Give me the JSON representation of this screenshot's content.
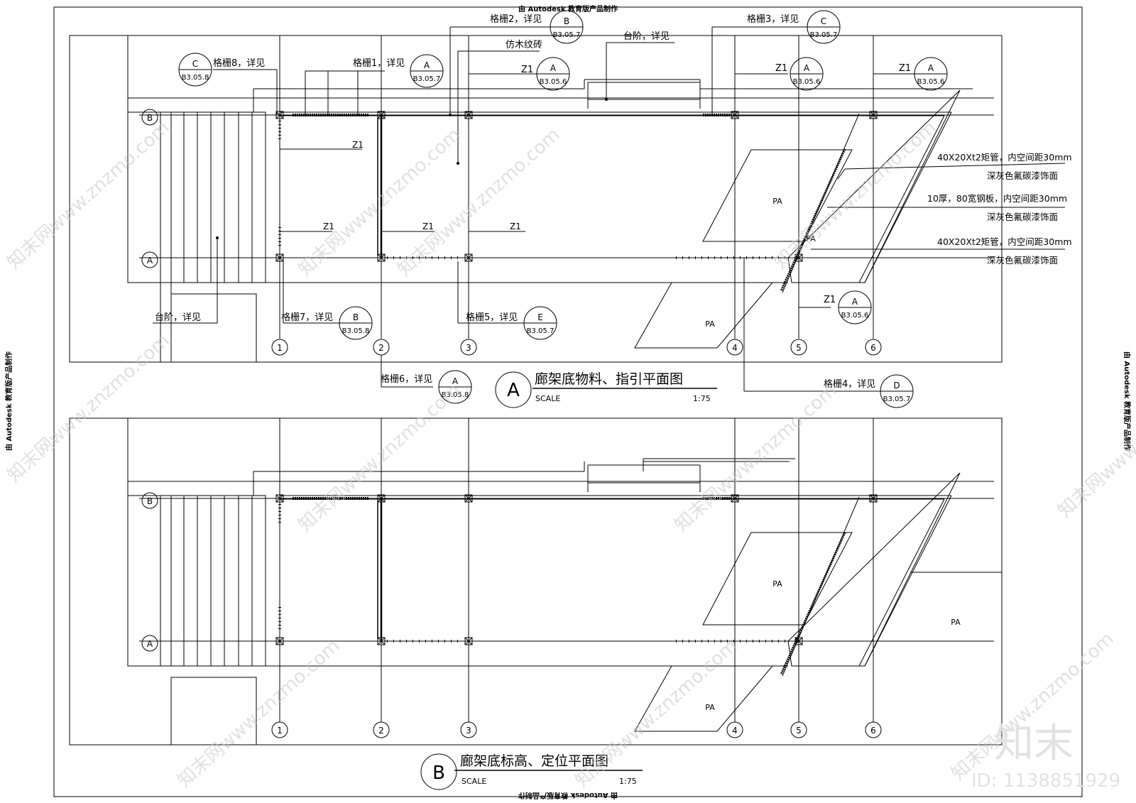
{
  "watermark": {
    "edu_notice": "由 Autodesk 教育版产品制作",
    "site": "知末网www.znzmo.com",
    "brand": "知末",
    "id_text": "ID: 1138851929"
  },
  "grid": {
    "cols": [
      "1",
      "2",
      "3",
      "4",
      "5",
      "6"
    ],
    "rows": [
      "A",
      "B"
    ]
  },
  "plan_a": {
    "title": {
      "letter": "A",
      "name": "廊架底物料、指引平面图",
      "scale_label": "SCALE",
      "scale_value": "1:75"
    },
    "pa_labels": [
      "PA",
      "PA",
      "PA"
    ],
    "labels": {
      "z1": "Z1",
      "fangmu": "仿木纹砖",
      "taijie_top": "台阶，详见",
      "taijie_bottom": "台阶，详见",
      "spec1": "40X20Xt2矩管，内空间距30mm",
      "finish1": "深灰色氟碳漆饰面",
      "spec2": "10厚，80宽钢板，内空间距30mm",
      "finish2": "深灰色氟碳漆饰面",
      "spec3": "40X20Xt2矩管，内空间距30mm",
      "finish3": "深灰色氟碳漆饰面"
    },
    "callouts": [
      {
        "label": "格栅8，详见",
        "letter": "C",
        "ref": "B3.05.8"
      },
      {
        "label": "格栅1，详见",
        "letter": "A",
        "ref": "B3.05.7"
      },
      {
        "label": "格栅2，详见",
        "letter": "B",
        "ref": "B3.05.7"
      },
      {
        "label": "Z1",
        "letter": "A",
        "ref": "B3.05.6"
      },
      {
        "label": "格栅3，详见",
        "letter": "C",
        "ref": "B3.05.7"
      },
      {
        "label": "Z1",
        "letter": "A",
        "ref": "B3.05.6"
      },
      {
        "label": "Z1",
        "letter": "A",
        "ref": "B3.05.6"
      },
      {
        "label": "Z1",
        "letter": "A",
        "ref": "B3.05.6"
      },
      {
        "label": "格栅7，详见",
        "letter": "B",
        "ref": "B3.05.8"
      },
      {
        "label": "格栅5，详见",
        "letter": "E",
        "ref": "B3.05.7"
      },
      {
        "label": "格栅6，详见",
        "letter": "A",
        "ref": "B3.05.8"
      },
      {
        "label": "格栅4，详见",
        "letter": "D",
        "ref": "B3.05.7"
      }
    ]
  },
  "plan_b": {
    "title": {
      "letter": "B",
      "name": "廊架底标高、定位平面图",
      "scale_label": "SCALE",
      "scale_value": "1:75"
    },
    "pa_labels": [
      "PA",
      "PA",
      "PA"
    ]
  }
}
